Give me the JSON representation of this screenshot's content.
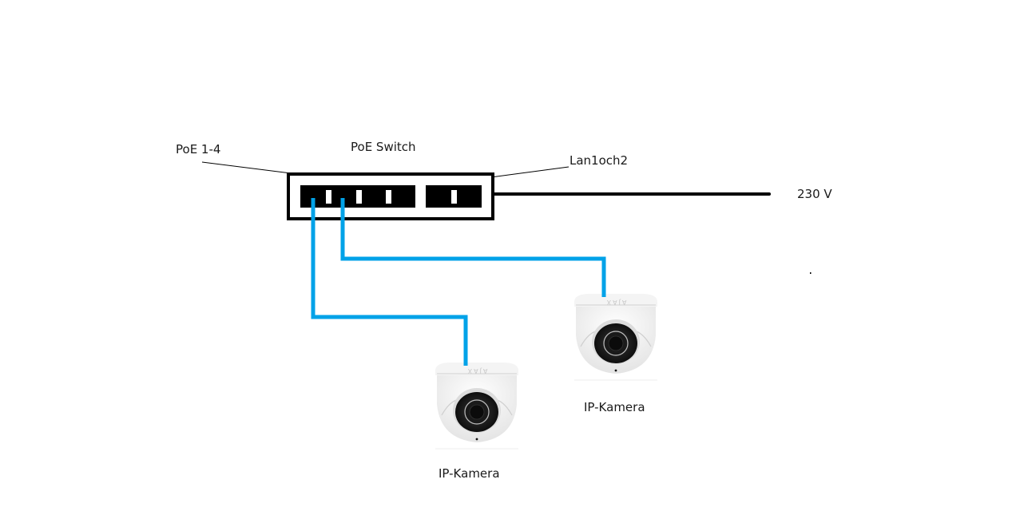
{
  "diagram": {
    "switch_label": "PoE Switch",
    "poe_ports_label": "PoE 1-4",
    "lan_ports_label": "Lan1och2",
    "power_label": "230 V",
    "cameras": [
      {
        "label": "IP-Kamera",
        "brand": "AJAX",
        "connected_port": 2
      },
      {
        "label": "IP-Kamera",
        "brand": "AJAX",
        "connected_port": 1
      }
    ],
    "colors": {
      "cable": "#00a2e8",
      "switch": "#000000",
      "port_pin": "#ffffff",
      "camera_body": "#f2f2f2"
    }
  }
}
